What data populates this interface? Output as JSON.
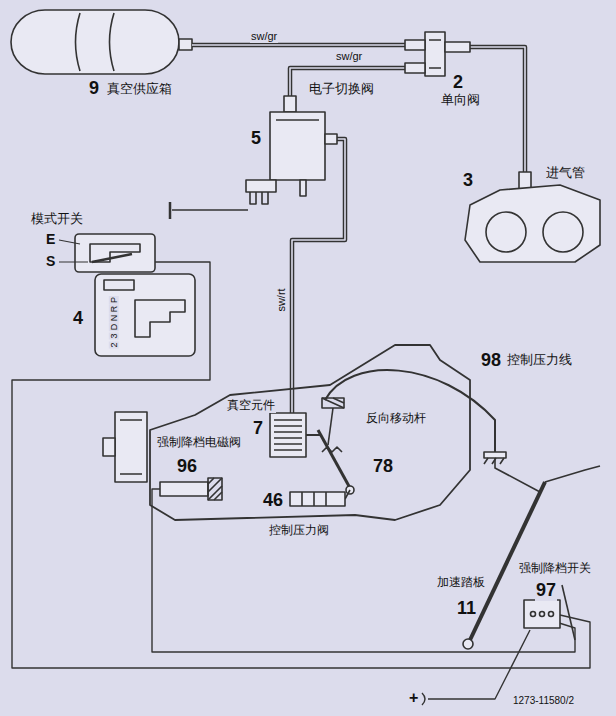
{
  "diagram": {
    "labels": [
      "sw/gr",
      "9",
      "真空供应箱",
      "2",
      "单向阀",
      "sw/gr",
      "电子切换阀",
      "5",
      "3",
      "进气管",
      "模式开关",
      "E",
      "S",
      "4",
      "P",
      "R",
      "N",
      "D",
      "3",
      "2",
      "sw/rt",
      "98",
      "控制压力线",
      "真空元件",
      "7",
      "强制降档电磁阀",
      "96",
      "反向移动杆",
      "78",
      "46",
      "控制压力阀",
      "加速踏板",
      "11",
      "强制降档开关",
      "97",
      "+",
      "1273-11580/2"
    ]
  }
}
